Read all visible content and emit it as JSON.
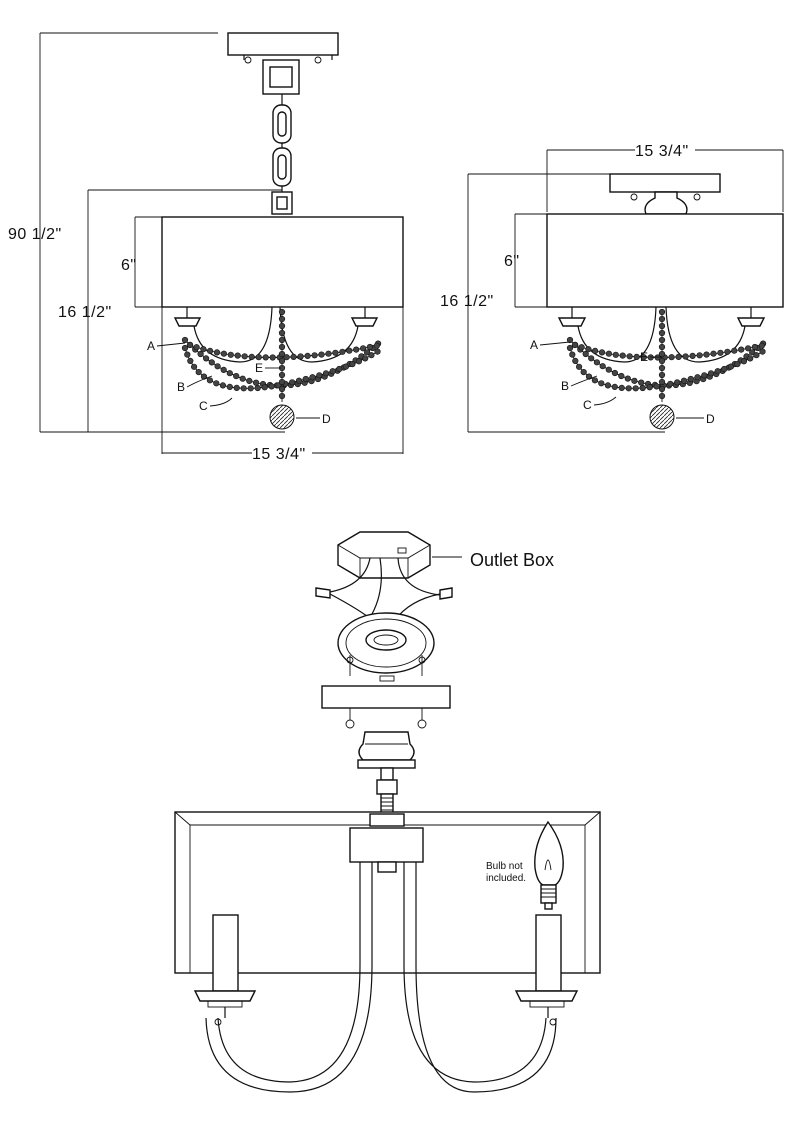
{
  "hanging_view": {
    "total_height": "90 1/2\"",
    "fixture_height": "16 1/2\"",
    "shade_height": "6\"",
    "width": "15 3/4\""
  },
  "flush_view": {
    "width": "15 3/4\"",
    "shade_height": "6\"",
    "fixture_height": "16 1/2\""
  },
  "part_labels": [
    "A",
    "B",
    "C",
    "D",
    "E"
  ],
  "assembly": {
    "outlet_box_label": "Outlet  Box",
    "bulb_note_line1": "Bulb not",
    "bulb_note_line2": "included."
  }
}
